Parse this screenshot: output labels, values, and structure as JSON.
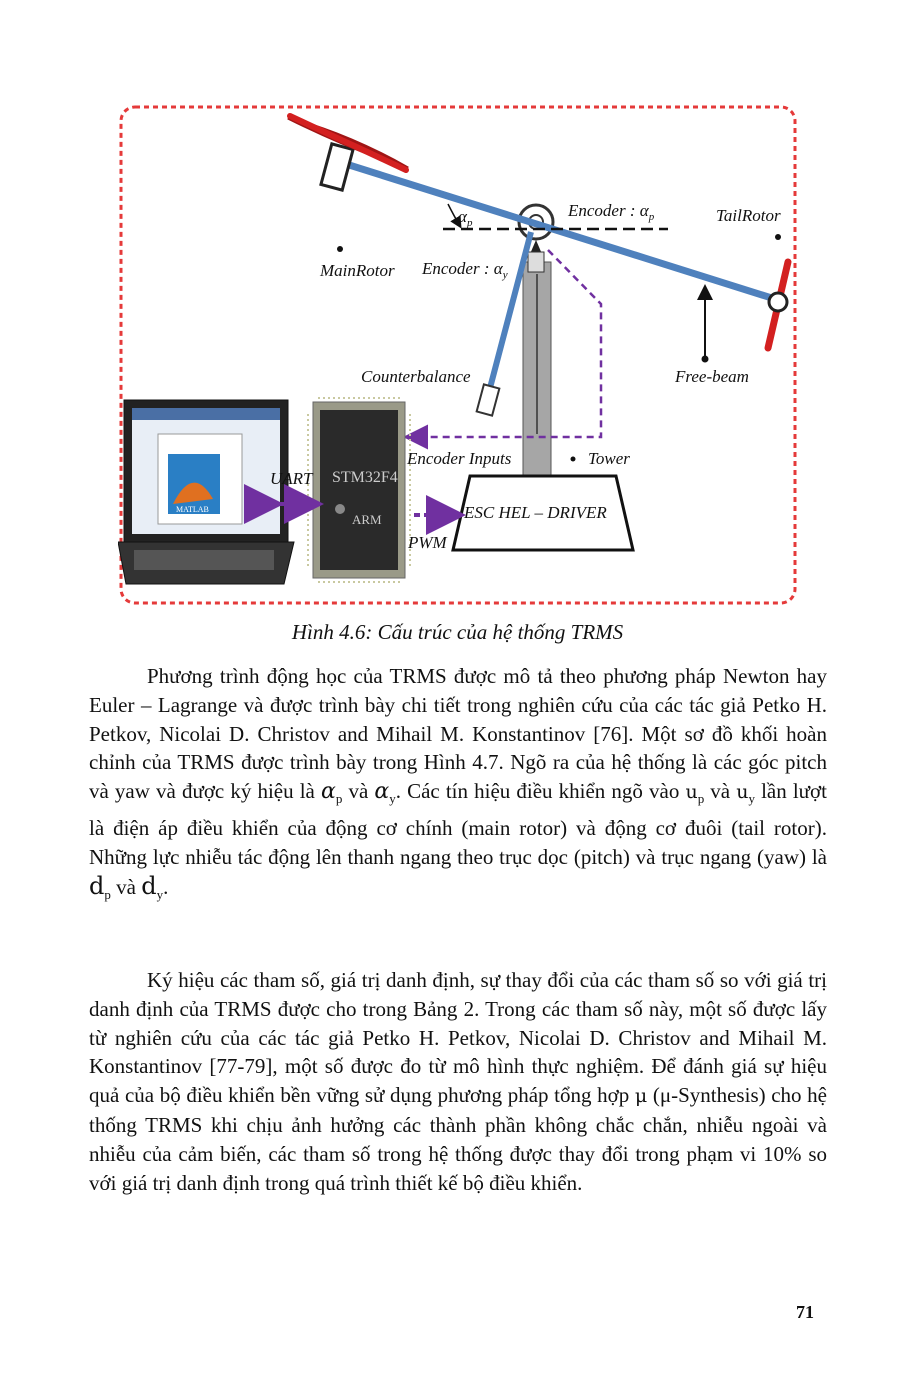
{
  "figure": {
    "labels": {
      "encoder_p": "Encoder : α",
      "encoder_p_sub": "p",
      "alpha_p": "α",
      "alpha_p_sub": "p",
      "encoder_y": "Encoder : α",
      "encoder_y_sub": "y",
      "tail_rotor": "TailRotor",
      "main_rotor": "MainRotor",
      "counterbalance": "Counterbalance",
      "free_beam": "Free-beam",
      "encoder_inputs": "Encoder Inputs",
      "tower": "Tower",
      "uart": "UART",
      "pwm": "PWM",
      "esc": "ESC HEL – DRIVER",
      "chip": "STM32F4",
      "arm": "ARM",
      "matlab": "MATLAB"
    },
    "colors": {
      "border": "#e53a3a",
      "beam": "#4f81bd",
      "arrow": "#7030a0",
      "rotor": "#d32020"
    }
  },
  "caption": "Hình 4.6: Cấu trúc của hệ thống TRMS",
  "para1": {
    "text_a": "Phương trình động học của TRMS được mô tả theo phương pháp Newton hay Euler – Lagrange và được trình bày chi tiết trong nghiên cứu của các tác giả Petko H. Petkov, Nicolai D. Christov and Mihail M. Konstantinov [76]. Một sơ đồ khối hoàn chỉnh của TRMS được trình bày trong Hình 4.7. Ngõ ra của hệ thống là các góc pitch và yaw và được ký hiệu là ",
    "alpha": "α",
    "p": "p",
    "y": "y",
    "va": " và ",
    "text_b": ". Các tín hiệu điều khiển ngõ vào ",
    "u": "u",
    "text_c": " lần lượt là điện áp điều khiển của động cơ chính (main rotor) và động cơ đuôi (tail rotor). Những lực nhiễu tác động lên thanh ngang theo trục dọc (pitch) và trục ngang (yaw) là ",
    "d": "d",
    "end": "."
  },
  "para2": {
    "text_a": "Ký hiệu các tham số, giá trị danh định, sự thay đổi của các tham số so với giá trị danh định của TRMS được cho trong Bảng 2. Trong các tham số này, một số được lấy từ nghiên cứu của các tác giả Petko H. Petkov, Nicolai D. Christov and Mihail M. Konstantinov [77-79], một số được đo từ mô hình thực nghiệm. Để đánh giá sự hiệu quả của bộ điều khiển bền vững sử dụng phương pháp tổng hợp ",
    "mu": "μ",
    "text_b": " (μ-Synthesis) cho hệ thống TRMS khi chịu ảnh hưởng các thành phần không chắc chắn, nhiễu ngoài và nhiễu của cảm biến, các tham số trong hệ thống được thay đổi trong phạm vi 10% so với giá trị danh định trong quá trình thiết kế bộ điều khiển."
  },
  "page_number": "71"
}
